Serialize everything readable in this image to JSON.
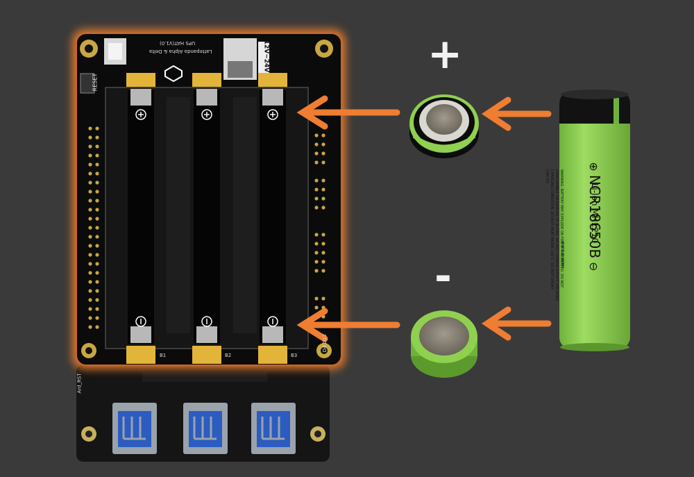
{
  "board": {
    "title_line1": "Lattepanda Alpha & Delta",
    "title_line2": "UPS HAT(V1.0)",
    "voltage_label": "12V~24V",
    "reset_label": "RESET",
    "slot_labels": [
      "B1",
      "B2",
      "B3"
    ],
    "d_labels": "D4  D12",
    "ard_rst_label": "Ard_RST"
  },
  "annotations": {
    "plus_sign": "+",
    "minus_sign": "-"
  },
  "battery": {
    "model": "NCR18650B",
    "chem": "Li-Ion  MH1210",
    "warning": "WARNING: BATTERY MAY EXPLODE OR FIRE IF MISTREATED. DO NOT DISASSEMBLE OR DISPOSE OF IN FIRE. DO NOT CHARGE EXCEPT SPECIFIED CHARGING CONDITION. DO NOT HEAT ABOVE 100°C. DO NOT SHORT CIRCUIT.",
    "origin": "MADE IN JAPAN"
  },
  "colors": {
    "background": "#3a3a3a",
    "pcb": "#0b0b0b",
    "glow": "#e37a2a",
    "gold": "#e3b43a",
    "arrow": "#ef7d32",
    "cell_green": "#8ccf4f"
  }
}
